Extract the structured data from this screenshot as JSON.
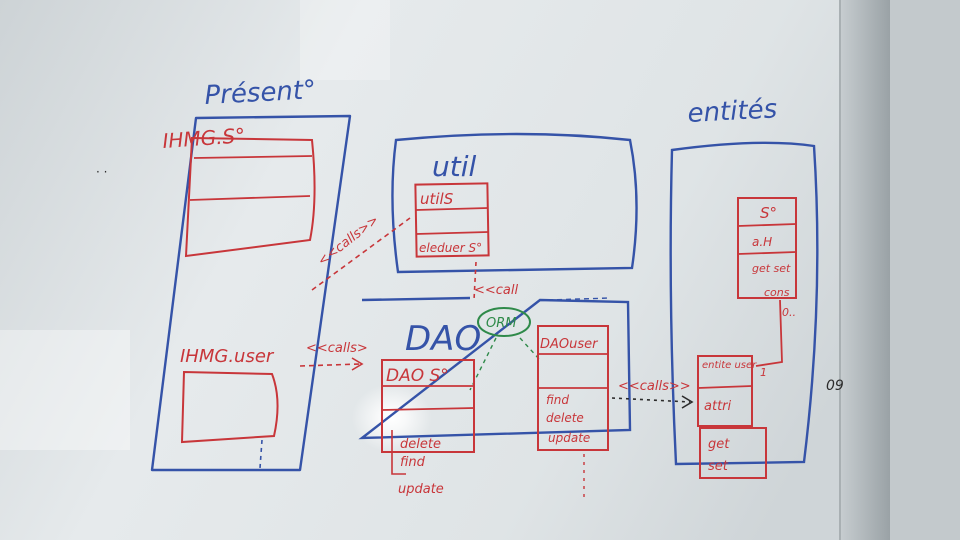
{
  "palette": {
    "board": "#e4e8ea",
    "board_shadow": "#c9cfd2",
    "marker_blue": "#3553a8",
    "marker_red": "#c8363a",
    "marker_green": "#2f8a4a",
    "marker_black": "#2b2b2b"
  },
  "headings": {
    "presentation": "Présent°",
    "util": "util",
    "dao": "DAO",
    "entities": "entités"
  },
  "presentation": {
    "screen_1_label": "IHMG.S°",
    "screen_2_label": "IHMG.user"
  },
  "util": {
    "class_name": "utilS",
    "method": "eleduer S°"
  },
  "dao": {
    "orm_label": "ORM",
    "dao_s_name": "DAO S°",
    "dao_s_methods": [
      "delete",
      "find",
      "update"
    ],
    "dao_user_name": "DAOuser",
    "dao_user_methods": [
      "find",
      "delete",
      "update"
    ]
  },
  "entities": {
    "class_s_name": "S°",
    "class_s_attr": "a.H",
    "class_s_methods": "get set",
    "class_s_cons": "cons",
    "assoc_top": "0..",
    "assoc_bottom": "1",
    "entity_user_name": "entite user",
    "entity_user_attrs": "attri",
    "entity_user_methods": [
      "get",
      "set"
    ]
  },
  "arrows": {
    "calls_presentation_util": "<<calls>>",
    "calls_util_dao": "<<call",
    "calls_presentation_dao": "<<calls>",
    "calls_dao_entities": "<<calls>>"
  },
  "marks": {
    "edge_number": "09"
  }
}
